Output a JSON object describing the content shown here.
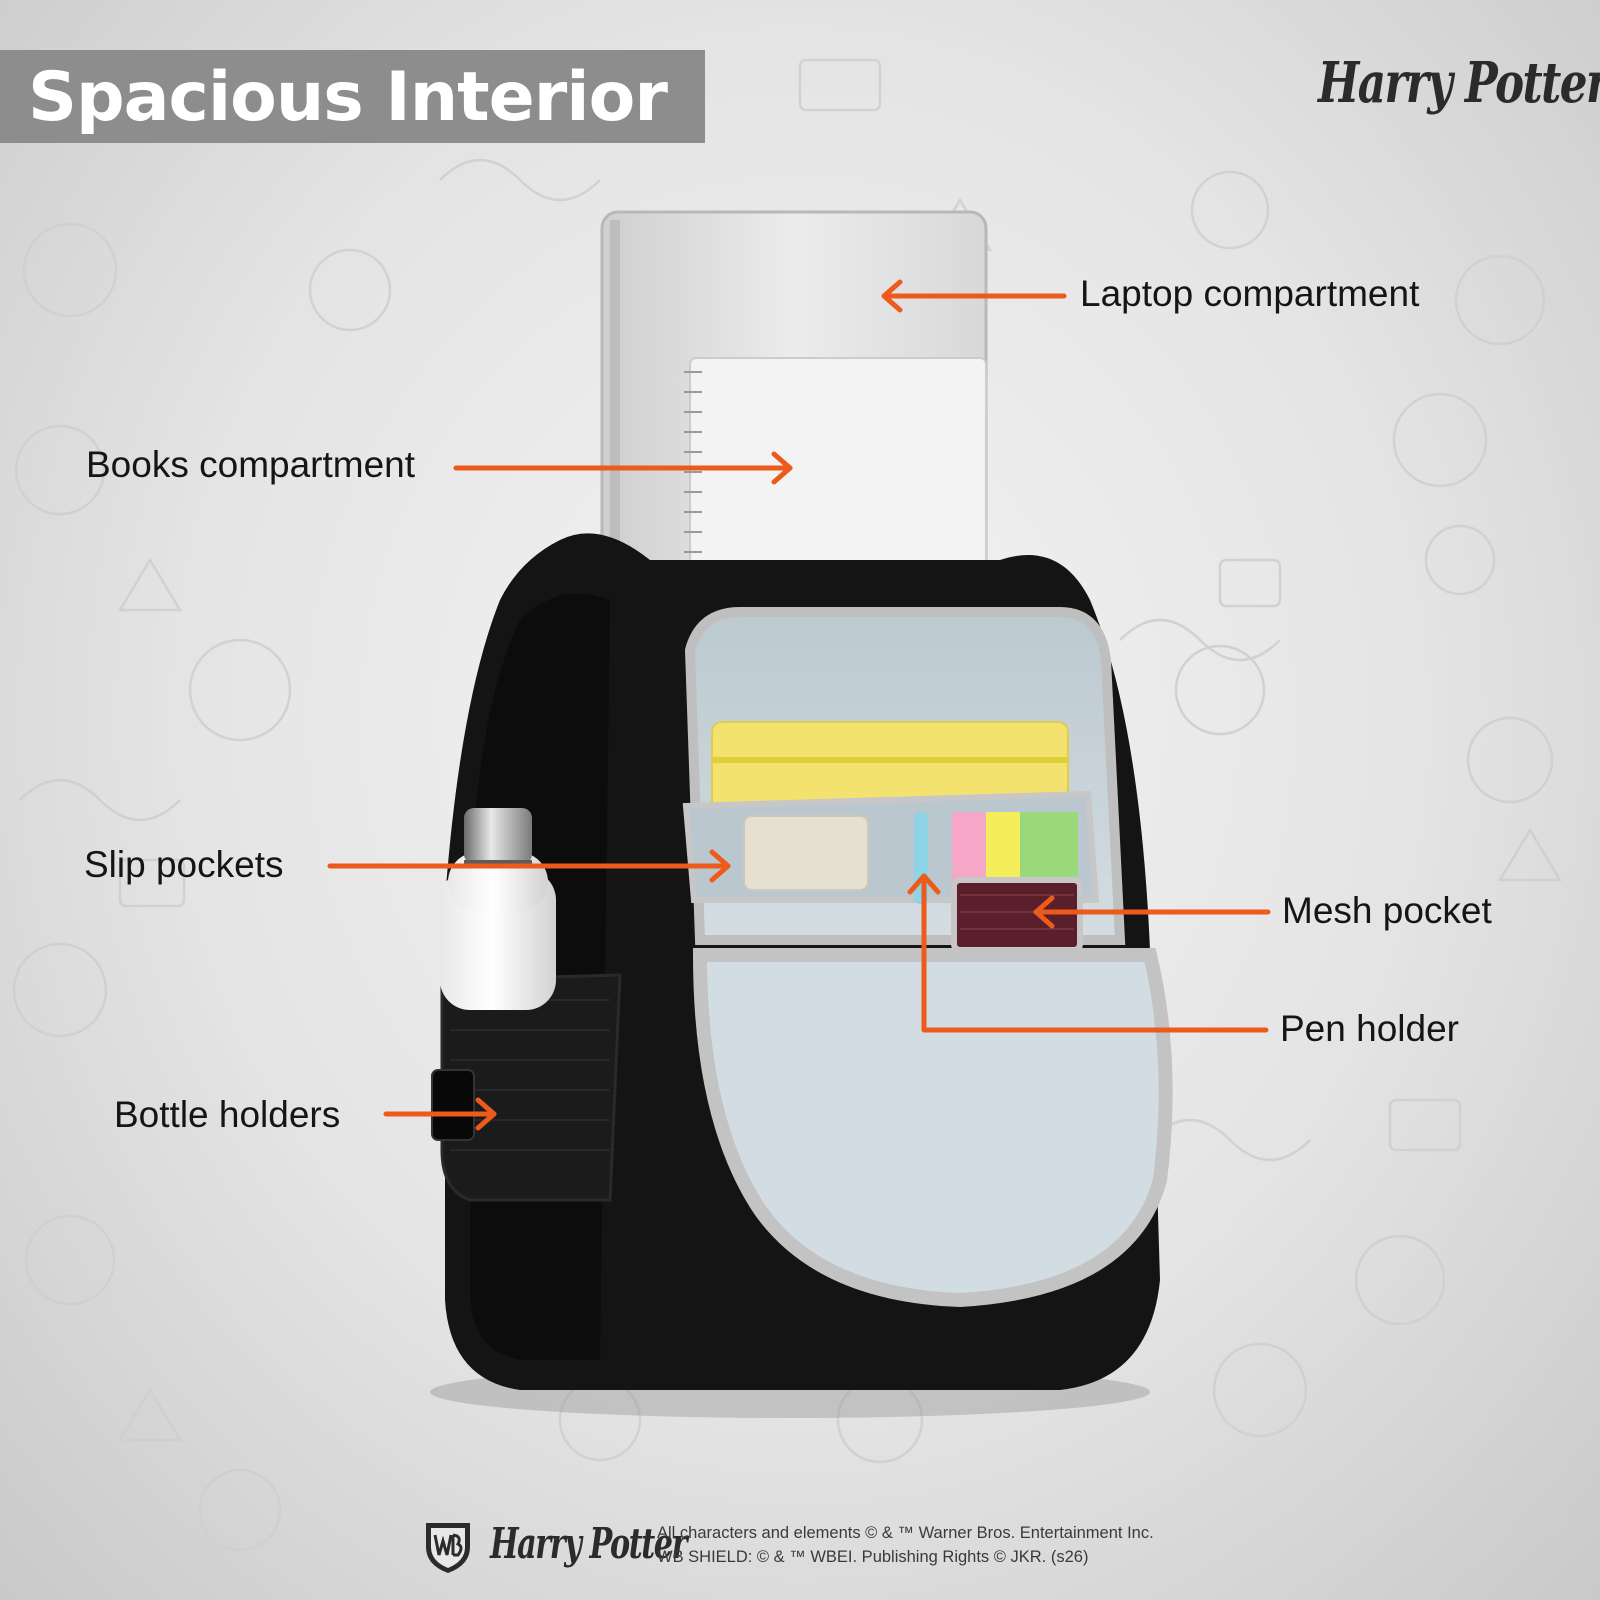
{
  "title": "Spacious Interior",
  "brand": "Harry Potter",
  "callouts": {
    "laptop": "Laptop compartment",
    "books": "Books compartment",
    "slip": "Slip pockets",
    "mesh": "Mesh pocket",
    "pen": "Pen holder",
    "bottle": "Bottle holders"
  },
  "footer": {
    "brand": "Harry Potter",
    "legal_line1": "All characters and elements © & ™ Warner Bros. Entertainment Inc.",
    "legal_line2": "WB SHIELD: © & ™ WBEI. Publishing Rights © JKR. (s26)"
  },
  "colors": {
    "arrow": "#ec5a1c",
    "title_bg": "#8d8d8d",
    "bag": "#111111",
    "lining": "#c9d7de"
  },
  "icons": [
    "wb-shield-icon"
  ]
}
